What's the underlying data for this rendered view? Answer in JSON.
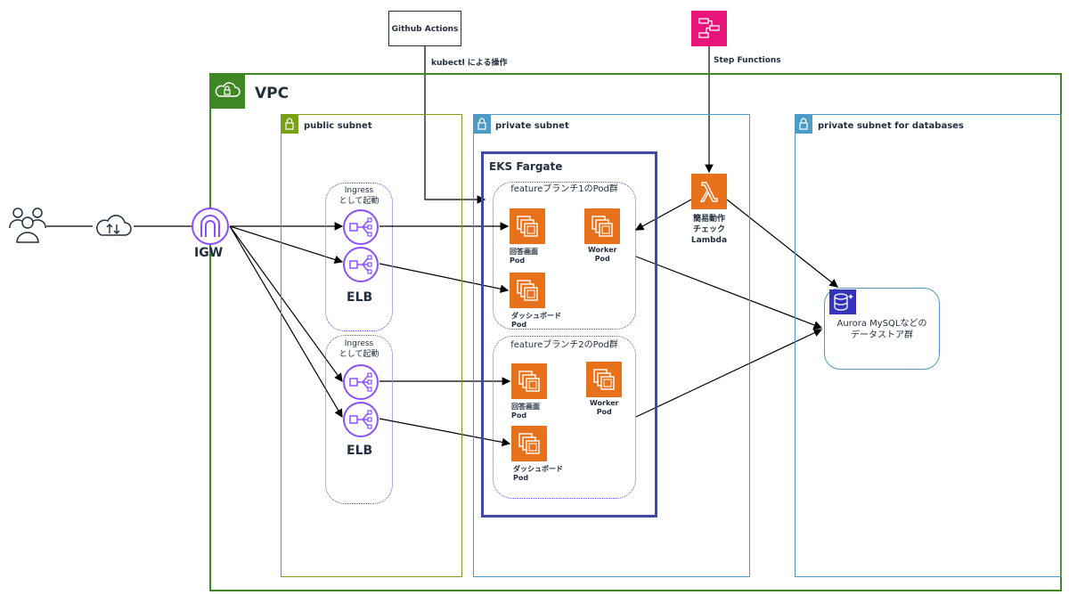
{
  "vpc": {
    "title": "VPC"
  },
  "subnets": {
    "public": "public subnet",
    "private": "private subnet",
    "private_db": "private subnet for databases"
  },
  "eks": {
    "title": "EKS Fargate"
  },
  "internet_gateway": {
    "label": "IGW"
  },
  "ingress_groups": [
    {
      "label_line1": "Ingress",
      "label_line2": "として起動",
      "elb": "ELB"
    },
    {
      "label_line1": "Ingress",
      "label_line2": "として起動",
      "elb": "ELB"
    }
  ],
  "feature_branches": [
    {
      "title": "featureブランチ1のPod群",
      "pods": [
        {
          "line1": "回答画面",
          "line2": "Pod"
        },
        {
          "line1": "Worker",
          "line2": "Pod"
        },
        {
          "line1": "ダッシュボード",
          "line2": "Pod"
        }
      ]
    },
    {
      "title": "featureブランチ2のPod群",
      "pods": [
        {
          "line1": "回答画面",
          "line2": "Pod"
        },
        {
          "line1": "Worker",
          "line2": "Pod"
        },
        {
          "line1": "ダッシュボード",
          "line2": "Pod"
        }
      ]
    }
  ],
  "github_actions": {
    "label": "Github Actions",
    "edge_label": "kubectl による操作"
  },
  "step_functions": {
    "label": "Step Functions"
  },
  "lambda": {
    "line1": "簡易動作",
    "line2": "チェック",
    "line3": "Lambda"
  },
  "database": {
    "line1": "Aurora MySQLなどの",
    "line2": "データストア群"
  },
  "colors": {
    "vpc": "#3f8624",
    "public_subnet": "#7aa116",
    "private_subnet": "#4d9cc8",
    "eks": "#3f4aa8",
    "compute": "#e8711c",
    "step_functions": "#e7157b",
    "elb": "#8c4fff",
    "database": "#3334b9"
  }
}
